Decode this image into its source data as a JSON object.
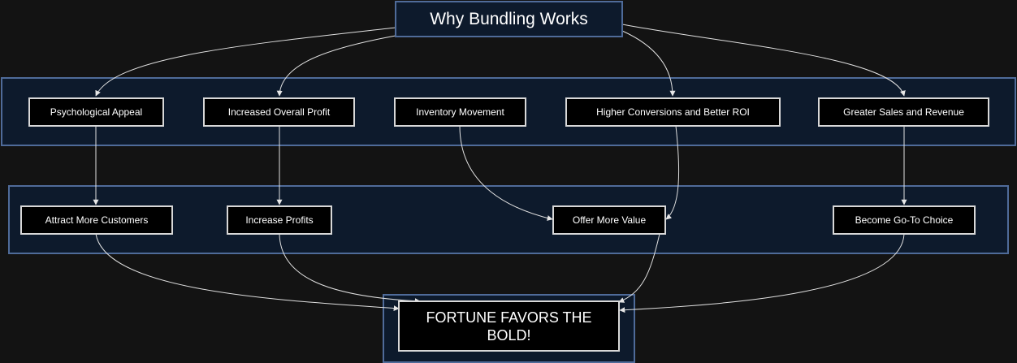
{
  "diagram": {
    "title": "Why Bundling Works",
    "benefits": [
      {
        "id": "psych",
        "label": "Psychological Appeal"
      },
      {
        "id": "profit",
        "label": "Increased Overall Profit"
      },
      {
        "id": "inventory",
        "label": "Inventory Movement"
      },
      {
        "id": "conversions",
        "label": "Higher Conversions and Better ROI"
      },
      {
        "id": "sales",
        "label": "Greater Sales and Revenue"
      }
    ],
    "outcomes": [
      {
        "id": "customers",
        "label": "Attract More Customers"
      },
      {
        "id": "profits",
        "label": "Increase Profits"
      },
      {
        "id": "value",
        "label": "Offer More Value"
      },
      {
        "id": "goto",
        "label": "Become Go-To Choice"
      }
    ],
    "conclusion": "FORTUNE FAVORS THE BOLD!",
    "edges": [
      {
        "from": "title",
        "to": "psych"
      },
      {
        "from": "title",
        "to": "profit"
      },
      {
        "from": "title",
        "to": "conversions"
      },
      {
        "from": "title",
        "to": "sales"
      },
      {
        "from": "psych",
        "to": "customers"
      },
      {
        "from": "profit",
        "to": "profits"
      },
      {
        "from": "inventory",
        "to": "value"
      },
      {
        "from": "conversions",
        "to": "value"
      },
      {
        "from": "sales",
        "to": "goto"
      },
      {
        "from": "customers",
        "to": "conclusion"
      },
      {
        "from": "profits",
        "to": "conclusion"
      },
      {
        "from": "value",
        "to": "conclusion"
      },
      {
        "from": "goto",
        "to": "conclusion"
      }
    ],
    "colors": {
      "background": "#131313",
      "group_fill": "#0d1a2c",
      "group_border": "#4f6b99",
      "node_fill": "#000000",
      "node_border": "#d8d8d8",
      "edge": "#e0e0e0",
      "text": "#ffffff"
    }
  }
}
